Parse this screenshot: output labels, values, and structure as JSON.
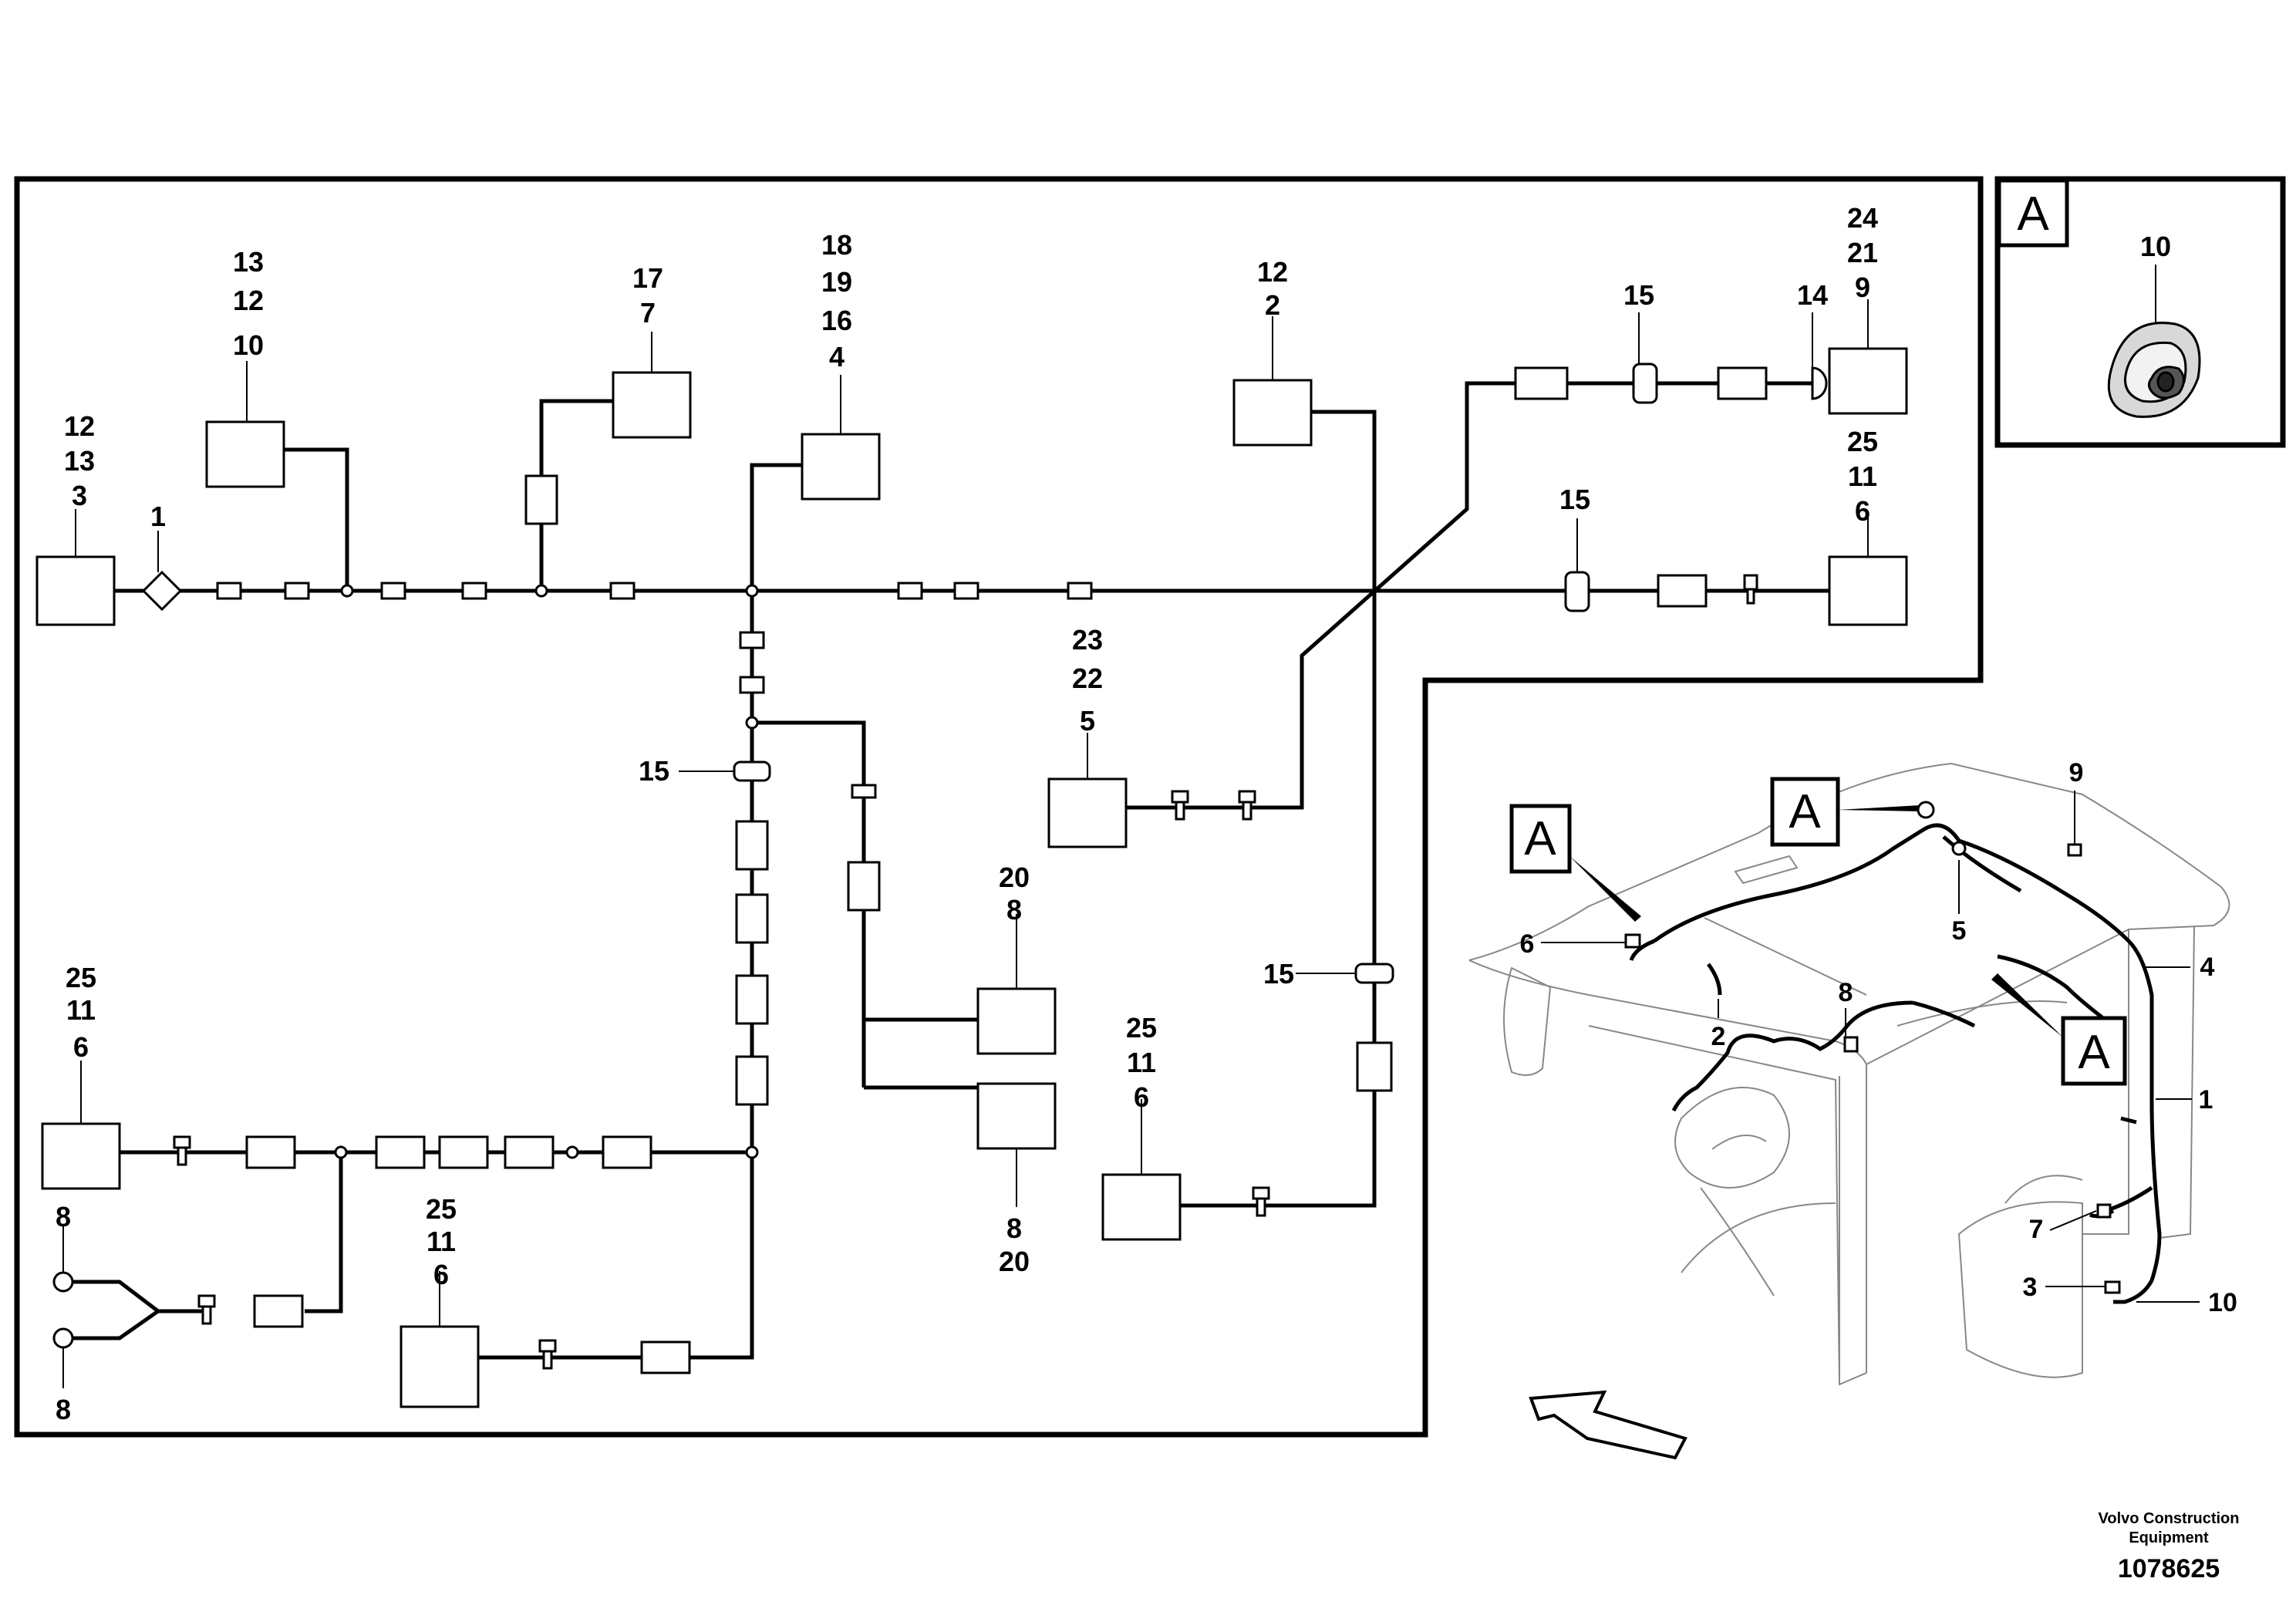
{
  "schematic": {
    "labels": {
      "c3": [
        "12",
        "13",
        "3"
      ],
      "c1": "1",
      "c10": [
        "13",
        "12",
        "10"
      ],
      "c7": [
        "17",
        "7"
      ],
      "c4": [
        "18",
        "19",
        "16",
        "4"
      ],
      "c2": [
        "12",
        "2"
      ],
      "c15_top": "15",
      "c14": "14",
      "c9": [
        "24",
        "21",
        "9"
      ],
      "c15_right": "15",
      "c6_right": [
        "25",
        "11",
        "6"
      ],
      "c5": [
        "23",
        "22",
        "5"
      ],
      "c15_left": "15",
      "c8_top": [
        "20",
        "8"
      ],
      "c8_bot": [
        "8",
        "20"
      ],
      "c15_mid": "15",
      "c6_mid": [
        "25",
        "11",
        "6"
      ],
      "c6_left": [
        "25",
        "11",
        "6"
      ],
      "c8_left_top": "8",
      "c8_left_bot": "8",
      "c6_bottom": [
        "25",
        "11",
        "6"
      ]
    }
  },
  "detail": {
    "tag": "A",
    "part": "10"
  },
  "overview": {
    "callouts": {
      "a_left": "A",
      "a_top": "A",
      "a_right": "A",
      "n9": "9",
      "n6": "6",
      "n5": "5",
      "n4": "4",
      "n2": "2",
      "n8": "8",
      "n1": "1",
      "n7": "7",
      "n3": "3",
      "n10": "10"
    }
  },
  "footer": {
    "brand_line1": "Volvo Construction",
    "brand_line2": "Equipment",
    "drawing_number": "1078625"
  }
}
